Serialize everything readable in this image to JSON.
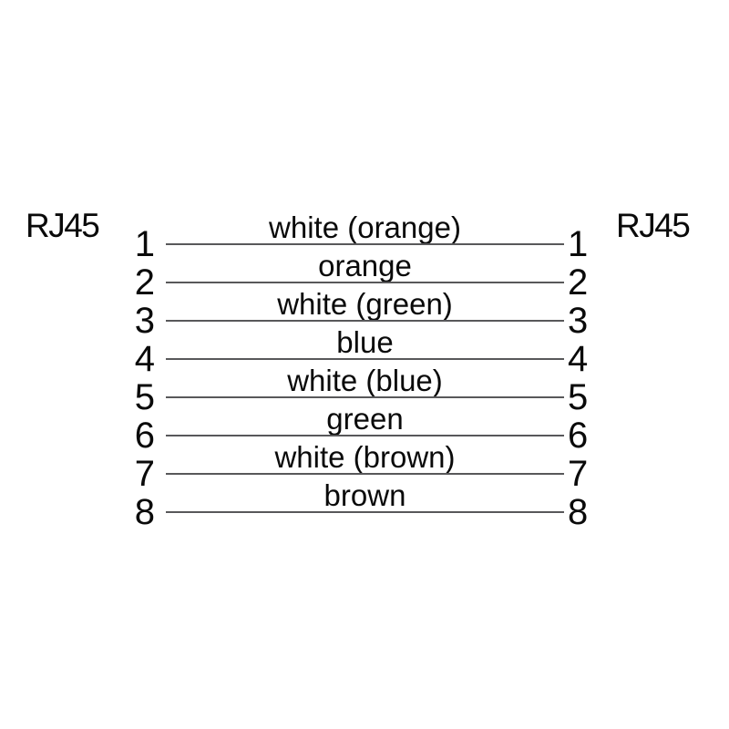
{
  "diagram": {
    "left_connector": "RJ45",
    "right_connector": "RJ45",
    "wires": [
      {
        "pin_left": "1",
        "pin_right": "1",
        "color_label": "white (orange)"
      },
      {
        "pin_left": "2",
        "pin_right": "2",
        "color_label": "orange"
      },
      {
        "pin_left": "3",
        "pin_right": "3",
        "color_label": "white (green)"
      },
      {
        "pin_left": "4",
        "pin_right": "4",
        "color_label": "blue"
      },
      {
        "pin_left": "5",
        "pin_right": "5",
        "color_label": "white (blue)"
      },
      {
        "pin_left": "6",
        "pin_right": "6",
        "color_label": "green"
      },
      {
        "pin_left": "7",
        "pin_right": "7",
        "color_label": "white (brown)"
      },
      {
        "pin_left": "8",
        "pin_right": "8",
        "color_label": "brown"
      }
    ],
    "colors": {
      "line": "#58585a",
      "text": "#0a0a0a",
      "background": "#ffffff"
    }
  }
}
